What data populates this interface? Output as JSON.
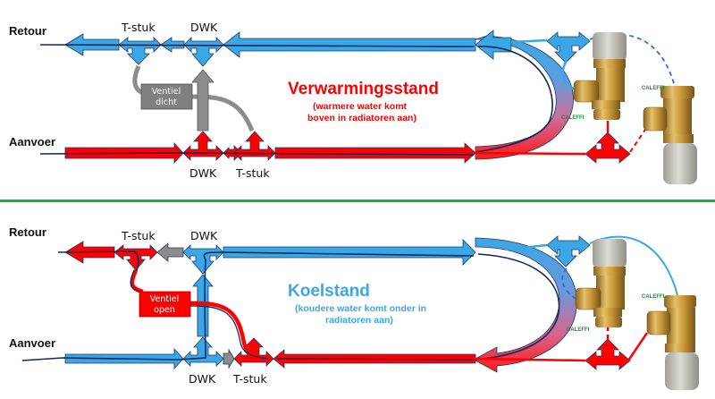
{
  "diagram": {
    "heating": {
      "title": "Verwarmingsstand",
      "subtitle_line1": "(warmere water komt",
      "subtitle_line2": "boven in radiatoren aan)",
      "labels": {
        "retour": "Retour",
        "aanvoer": "Aanvoer",
        "tstuk_top": "T-stuk",
        "dwk_top": "DWK",
        "dwk_bottom": "DWK",
        "tstuk_bottom": "T-stuk"
      },
      "valve_box_line1": "Ventiel",
      "valve_box_line2": "dicht",
      "valve_state": "closed"
    },
    "cooling": {
      "title": "Koelstand",
      "subtitle_line1": "(koudere water komt onder in",
      "subtitle_line2": "radiatoren aan)",
      "labels": {
        "retour": "Retour",
        "aanvoer": "Aanvoer",
        "tstuk_top": "T-stuk",
        "dwk_top": "DWK",
        "dwk_bottom": "DWK",
        "tstuk_bottom": "T-stuk"
      },
      "valve_box_line1": "Ventiel",
      "valve_box_line2": "open",
      "valve_state": "open"
    },
    "valve_logo": "CALEFFI",
    "colors": {
      "cold": "#3aa7e6",
      "hot": "#ff0000",
      "inactive": "#8c8c8c",
      "outline": "#1f3a68",
      "flow_line": "#14285a",
      "divider": "#12b04a",
      "brass": "#c99a3a",
      "cap": "#c8c8c0"
    }
  }
}
